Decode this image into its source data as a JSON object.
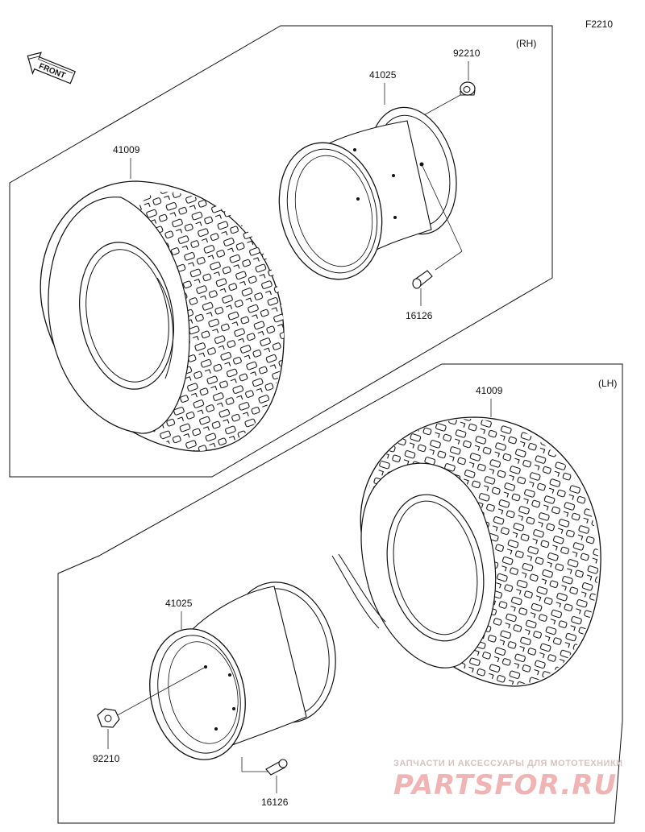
{
  "diagram_code": "F2210",
  "front_label": "FRONT",
  "rh_group": {
    "side_label": "(RH)",
    "parts": [
      {
        "number": "92210",
        "name": "nut"
      },
      {
        "number": "41025",
        "name": "wheel-rim"
      },
      {
        "number": "41009",
        "name": "tire"
      },
      {
        "number": "16126",
        "name": "valve-stem"
      }
    ]
  },
  "lh_group": {
    "side_label": "(LH)",
    "parts": [
      {
        "number": "41009",
        "name": "tire"
      },
      {
        "number": "41025",
        "name": "wheel-rim"
      },
      {
        "number": "92210",
        "name": "nut"
      },
      {
        "number": "16126",
        "name": "valve-stem"
      }
    ]
  },
  "watermark": {
    "tagline": "ЗАПЧАСТИ И АКСЕССУАРЫ ДЛЯ МОТОТЕХНИКИ",
    "brand": "PARTSFOR.RU"
  }
}
